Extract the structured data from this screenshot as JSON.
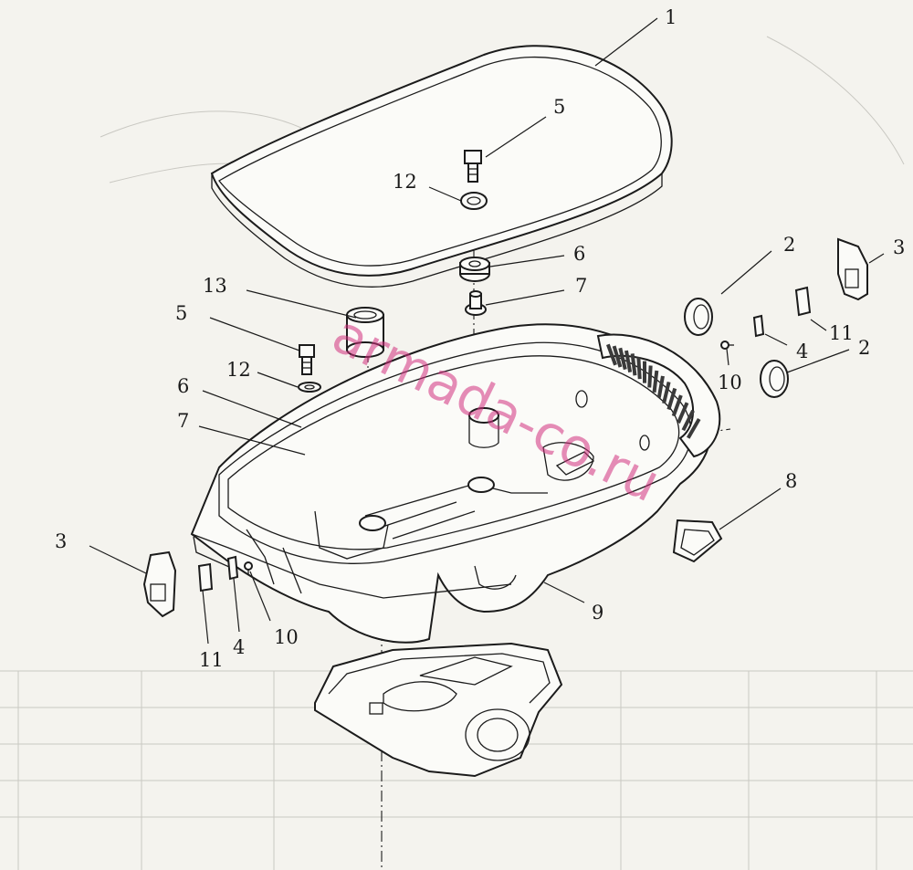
{
  "watermark": "armada-co.ru",
  "callouts": [
    {
      "id": "c1",
      "label": "1"
    },
    {
      "id": "c5a",
      "label": "5"
    },
    {
      "id": "c12a",
      "label": "12"
    },
    {
      "id": "c6a",
      "label": "6"
    },
    {
      "id": "c7a",
      "label": "7"
    },
    {
      "id": "c2a",
      "label": "2"
    },
    {
      "id": "c3a",
      "label": "3"
    },
    {
      "id": "c11a",
      "label": "11"
    },
    {
      "id": "c4a",
      "label": "4"
    },
    {
      "id": "c2b",
      "label": "2"
    },
    {
      "id": "c10a",
      "label": "10"
    },
    {
      "id": "c13",
      "label": "13"
    },
    {
      "id": "c5b",
      "label": "5"
    },
    {
      "id": "c12b",
      "label": "12"
    },
    {
      "id": "c6b",
      "label": "6"
    },
    {
      "id": "c7b",
      "label": "7"
    },
    {
      "id": "c8",
      "label": "8"
    },
    {
      "id": "c9",
      "label": "9"
    },
    {
      "id": "c3b",
      "label": "3"
    },
    {
      "id": "c11b",
      "label": "11"
    },
    {
      "id": "c4b",
      "label": "4"
    },
    {
      "id": "c10b",
      "label": "10"
    }
  ]
}
